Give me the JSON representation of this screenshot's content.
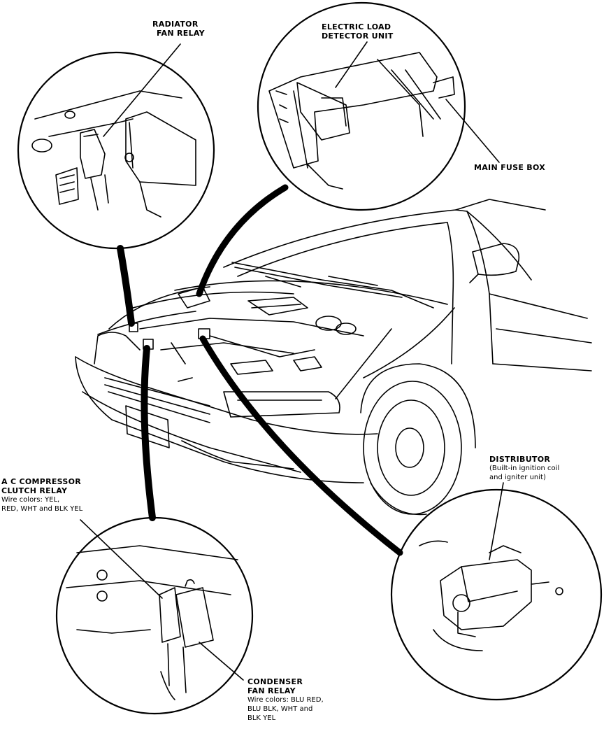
{
  "labels": {
    "radiator": [
      "RADIATOR",
      "FAN RELAY"
    ],
    "eld": [
      "ELECTRIC LOAD",
      "DETECTOR UNIT"
    ],
    "main_fuse": "MAIN FUSE BOX",
    "distributor": {
      "title": "DISTRIBUTOR",
      "note": [
        "(Built-in ignition coil",
        "and igniter unit)"
      ]
    },
    "ac": {
      "title": [
        "A C COMPRESSOR",
        "CLUTCH RELAY"
      ],
      "wires": [
        "Wire colors: YEL,",
        "RED, WHT and BLK YEL"
      ]
    },
    "condenser": {
      "title": [
        "CONDENSER",
        "FAN RELAY"
      ],
      "wires": [
        "Wire colors: BLU RED,",
        "BLU BLK, WHT and",
        "BLK YEL"
      ]
    }
  },
  "colors": {
    "ink": "#000000",
    "paper": "#ffffff"
  }
}
